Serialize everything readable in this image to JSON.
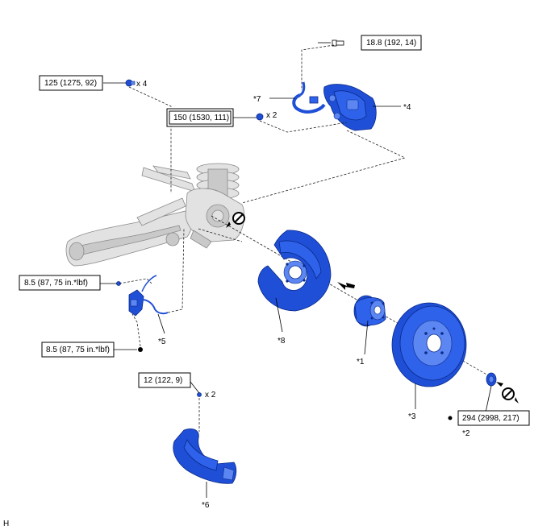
{
  "torque_specs": {
    "t1": "18.8 (192, 14)",
    "t2": "125 (1275, 92)",
    "t3": "150 (1530, 111)",
    "t4": "8.5 (87, 75 in.*lbf)",
    "t5": "8.5 (87, 75 in.*lbf)",
    "t6": "12 (122, 9)",
    "t7": "294 (2998, 217)"
  },
  "quantities": {
    "q1": "x 4",
    "q2": "x 2",
    "q3": "x 2"
  },
  "part_labels": {
    "p1": "*1",
    "p2": "*2",
    "p3": "*3",
    "p4": "*4",
    "p5": "*5",
    "p6": "*6",
    "p7": "*7",
    "p8": "*8"
  },
  "corner_code": "H",
  "icons": [
    "do-not-reuse-icon",
    "bullet-icon",
    "arrow-icon"
  ]
}
